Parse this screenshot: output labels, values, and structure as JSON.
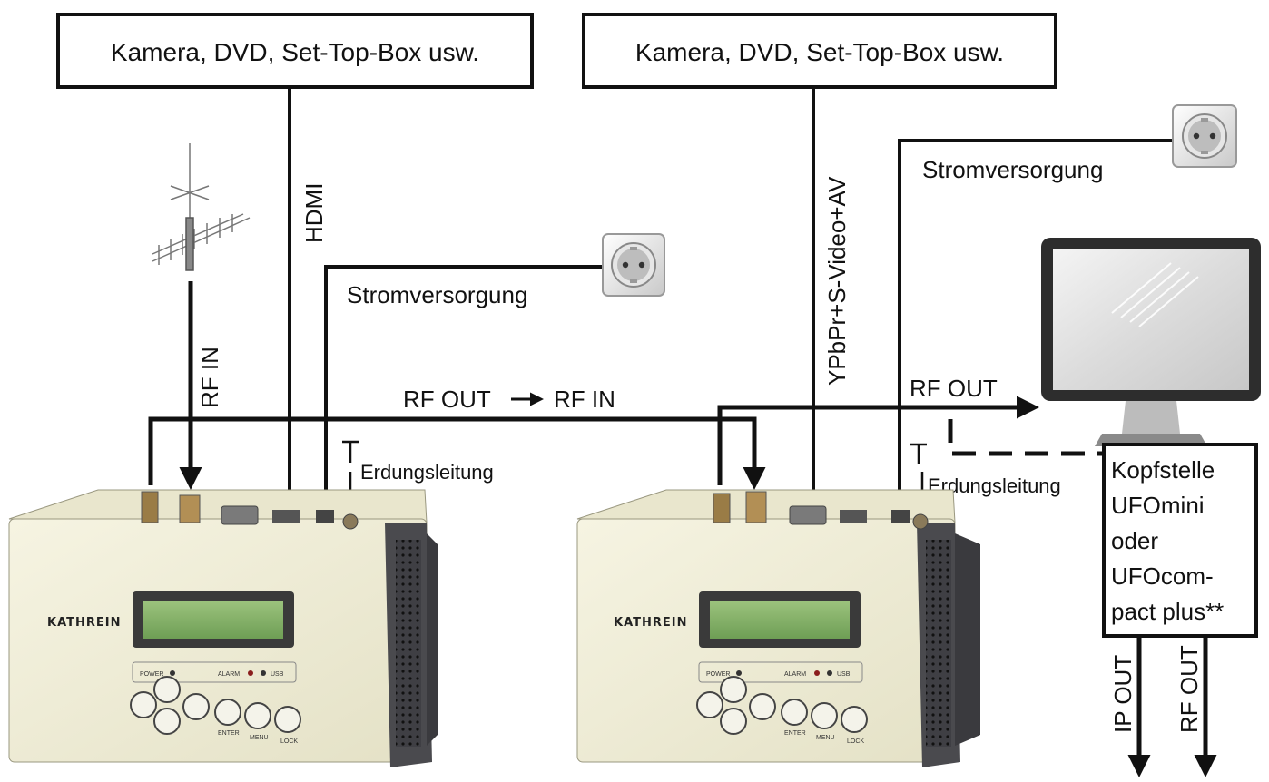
{
  "sources": {
    "left": "Kamera, DVD, Set-Top-Box usw.",
    "right": "Kamera, DVD, Set-Top-Box usw."
  },
  "cables": {
    "hdmi": "HDMI",
    "ypbpr": "YPbPr+S-Video+AV",
    "rf_in": "RF IN",
    "rf_out_rf_in": "RF OUT",
    "rf_out_rf_in_target": "RF IN",
    "rf_out": "RF OUT"
  },
  "power": {
    "left": "Stromversorgung",
    "right": "Stromversorgung"
  },
  "ground": {
    "left": "Erdungsleitung",
    "right": "Erdungsleitung"
  },
  "headend": {
    "line1": "Kopfstelle",
    "line2": "UFOmini",
    "line3": "oder",
    "line4": "UFOcom-",
    "line5": "pact plus**",
    "out_ip": "IP OUT",
    "out_rf": "RF OUT"
  },
  "device": {
    "brand": "KATHREIN",
    "power_led": "POWER",
    "alarm_led": "ALARM",
    "usb_led": "USB",
    "enter": "ENTER",
    "menu": "MENU",
    "lock": "LOCK"
  },
  "colors": {
    "line": "#111111",
    "device_body": "#f1efd8",
    "device_side": "#4a4a4e",
    "lcd": "#7fb062"
  }
}
